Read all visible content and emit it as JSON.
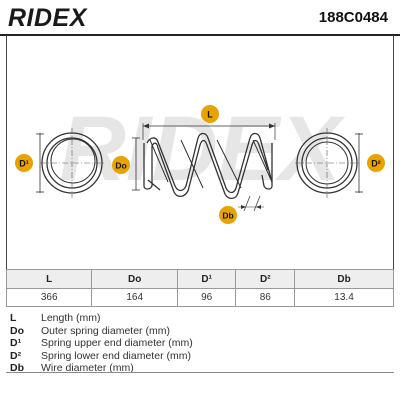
{
  "header": {
    "brand": "RIDEX",
    "part_number": "188C0484"
  },
  "watermark": "RIDEX",
  "diagram": {
    "labels": {
      "L": "L",
      "Do": "Do",
      "D1": "D¹",
      "D2": "D²",
      "Db": "Db"
    }
  },
  "table": {
    "headers": [
      "L",
      "Do",
      "D¹",
      "D²",
      "Db"
    ],
    "values": [
      "366",
      "164",
      "96",
      "86",
      "13.4"
    ]
  },
  "legend": [
    {
      "symbol": "L",
      "description": "Length (mm)"
    },
    {
      "symbol": "Do",
      "description": "Outer spring diameter (mm)"
    },
    {
      "symbol": "D¹",
      "description": "Spring upper end diameter (mm)"
    },
    {
      "symbol": "D²",
      "description": "Spring lower end diameter (mm)"
    },
    {
      "symbol": "Db",
      "description": "Wire diameter (mm)"
    }
  ],
  "colors": {
    "badge": "#e8a300",
    "watermark": "#e6e6e6",
    "line": "#333333"
  }
}
